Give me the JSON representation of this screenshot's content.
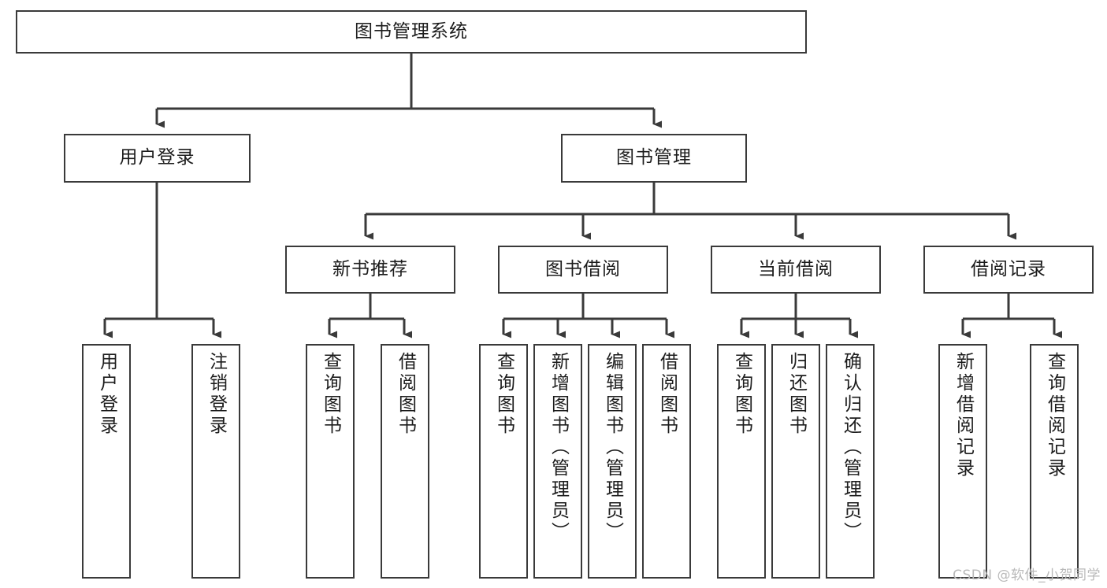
{
  "diagram": {
    "title": "图书管理系统",
    "type": "hierarchy-tree",
    "watermark": "CSDN @软件_小贺同学",
    "colors": {
      "box_border": "#3a3a3a",
      "box_fill": "#ffffff",
      "edge": "#3a3a3a",
      "text": "#1c1c1c",
      "watermark": "#b9b9b9",
      "background": "#ffffff"
    },
    "nodes": {
      "root": {
        "label": "图书管理系统"
      },
      "level2": [
        {
          "label": "用户登录"
        },
        {
          "label": "图书管理"
        }
      ],
      "level3": [
        {
          "label": "新书推荐"
        },
        {
          "label": "图书借阅"
        },
        {
          "label": "当前借阅"
        },
        {
          "label": "借阅记录"
        }
      ],
      "leaves": {
        "user_login": [
          {
            "label": "用户登录"
          },
          {
            "label": "注销登录"
          }
        ],
        "new_book_recommend": [
          {
            "label": "查询图书"
          },
          {
            "label": "借阅图书"
          }
        ],
        "book_borrow": [
          {
            "label": "查询图书"
          },
          {
            "label": "新增图书（管理员）"
          },
          {
            "label": "编辑图书（管理员）"
          },
          {
            "label": "借阅图书"
          }
        ],
        "current_borrow": [
          {
            "label": "查询图书"
          },
          {
            "label": "归还图书"
          },
          {
            "label": "确认归还（管理员）"
          }
        ],
        "borrow_record": [
          {
            "label": "新增借阅记录"
          },
          {
            "label": "查询借阅记录"
          }
        ]
      }
    }
  }
}
